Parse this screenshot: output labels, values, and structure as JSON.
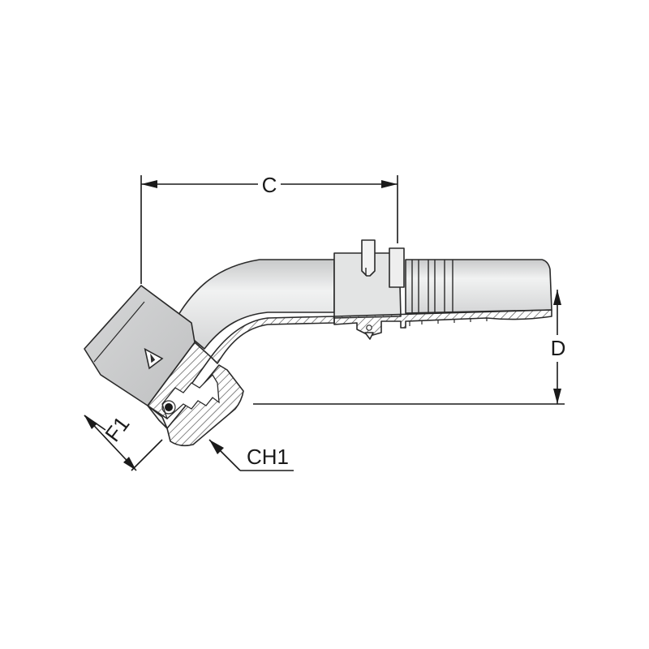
{
  "diagram": {
    "dimensions": {
      "c_label": "C",
      "d_label": "D",
      "f1_label": "F1",
      "ch1_label": "CH1"
    },
    "colors": {
      "body_fill": "#d9dadb",
      "body_highlight": "#f1f2f2",
      "nut_fill": "#c9cacb",
      "section_fill": "#ffffff",
      "hatch": "#4a4a4a",
      "line": "#1a1a1a"
    },
    "icons": {
      "logo": "brand-logo-icon"
    }
  }
}
